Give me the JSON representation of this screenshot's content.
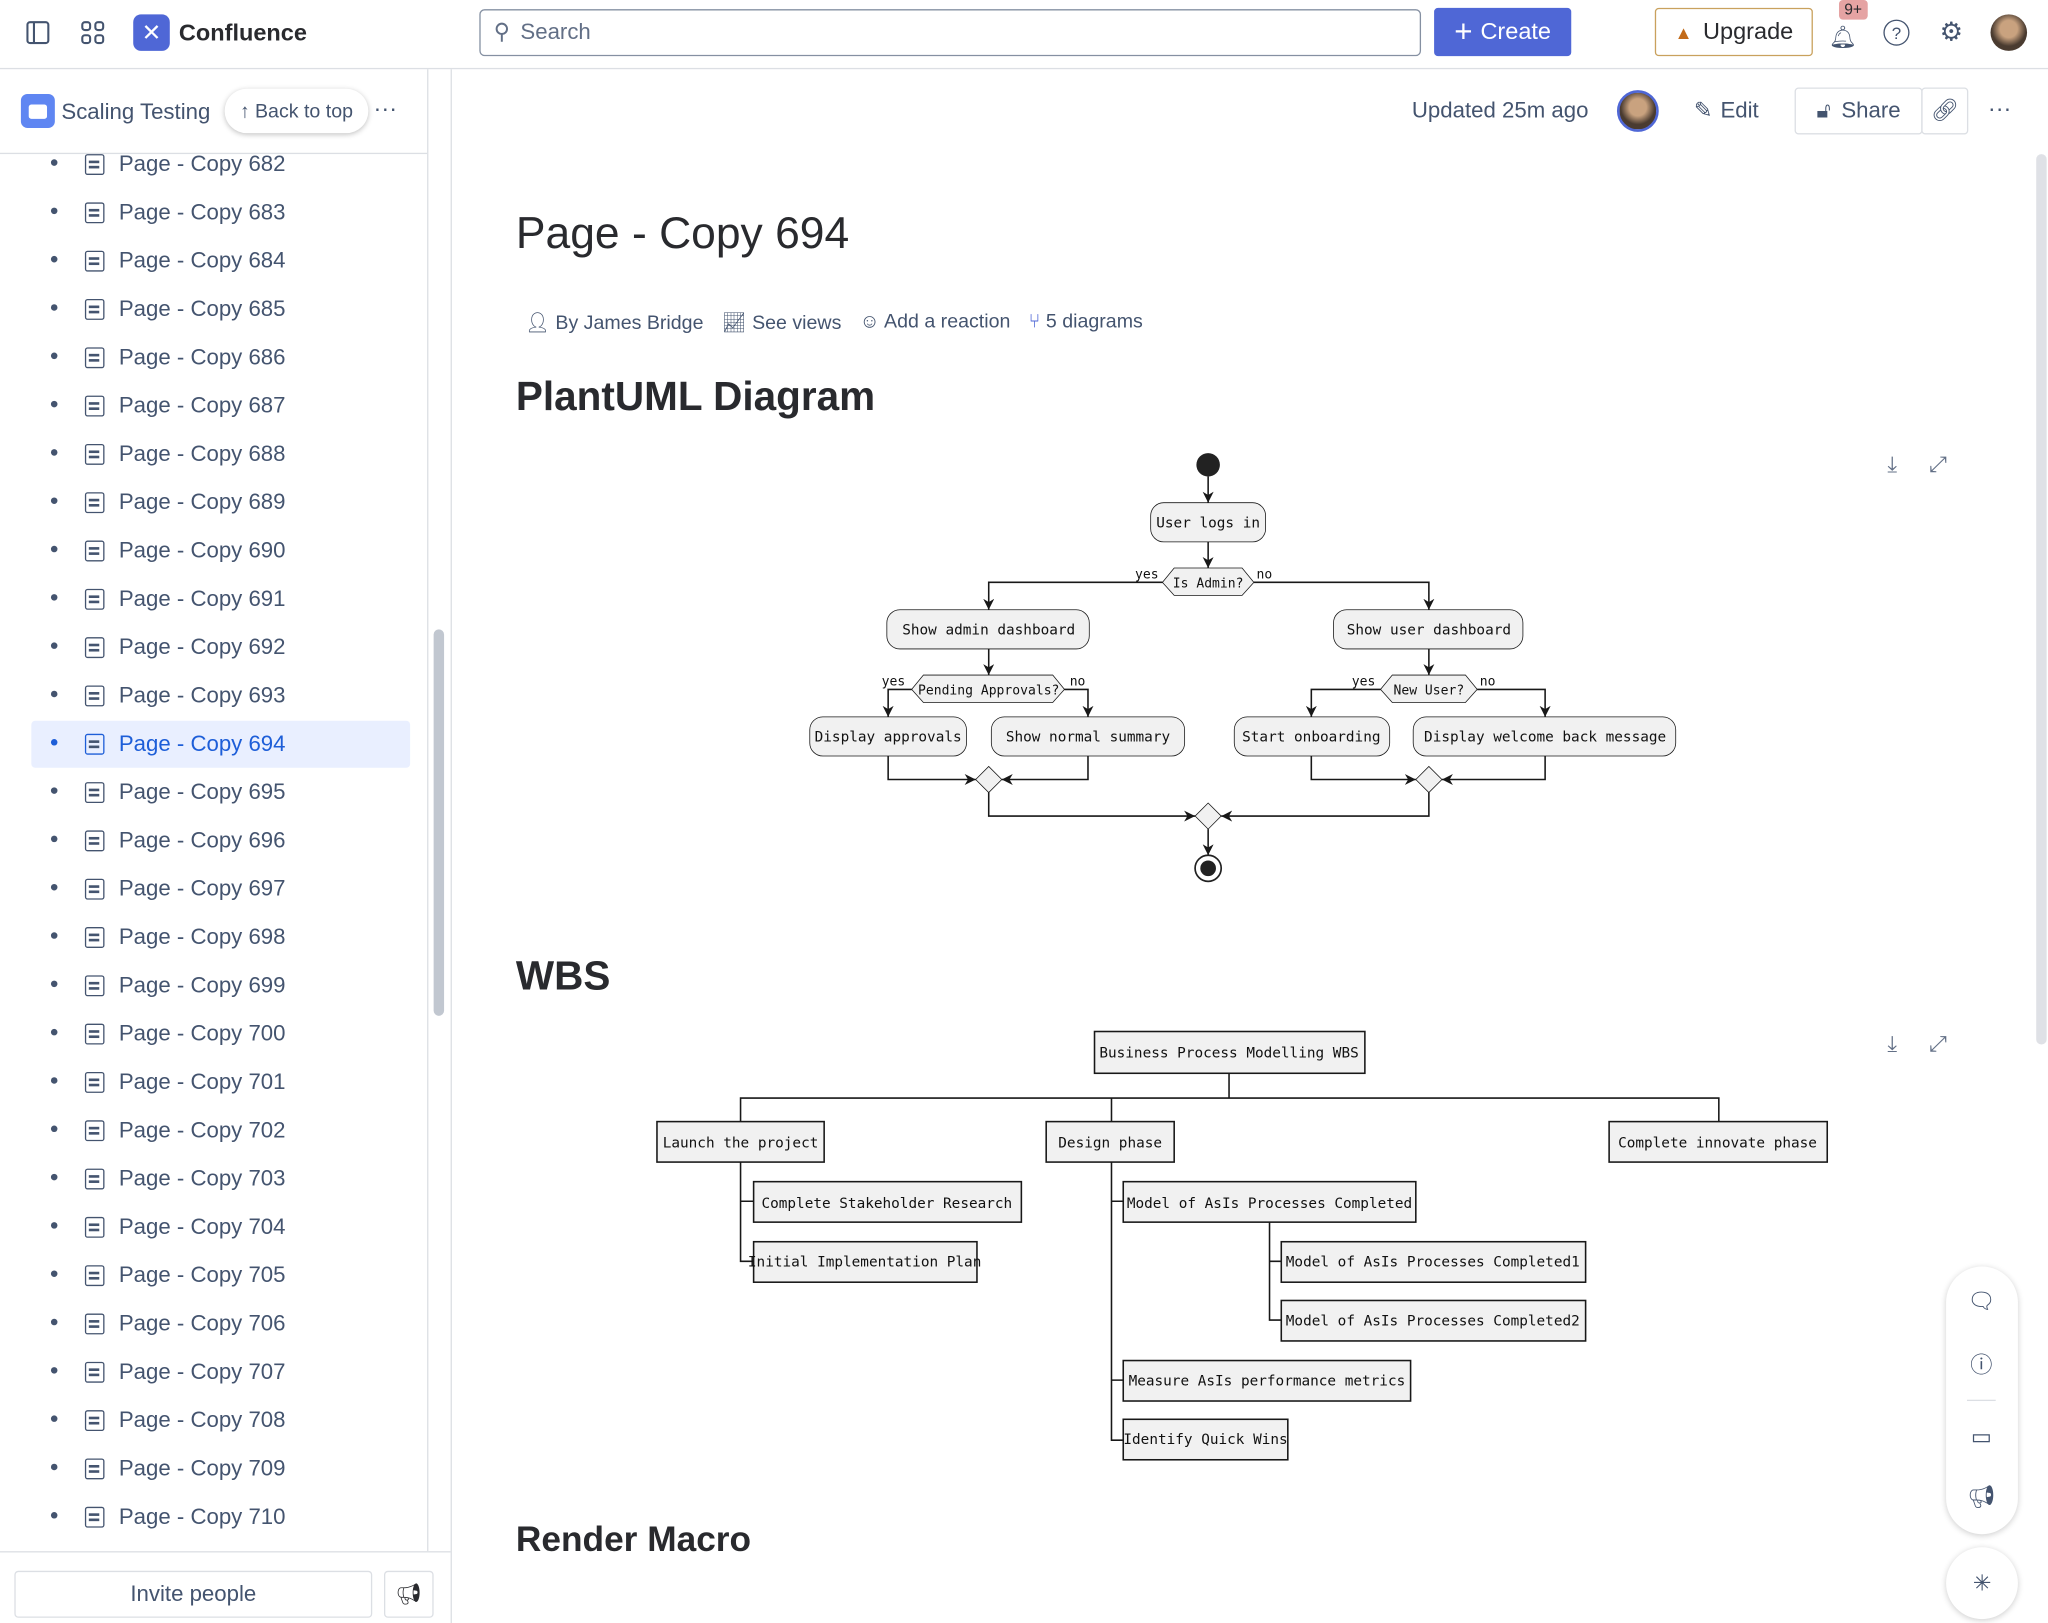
{
  "topbar": {
    "app_name": "Confluence",
    "search_placeholder": "Search",
    "create_label": "Create",
    "upgrade_label": "Upgrade",
    "notification_badge": "9+"
  },
  "sidebar": {
    "space_name": "Scaling Testing",
    "back_to_top": "Back to top",
    "invite_label": "Invite people",
    "items": [
      "Page - Copy 682",
      "Page - Copy 683",
      "Page - Copy 684",
      "Page - Copy 685",
      "Page - Copy 686",
      "Page - Copy 687",
      "Page - Copy 688",
      "Page - Copy 689",
      "Page - Copy 690",
      "Page - Copy 691",
      "Page - Copy 692",
      "Page - Copy 693",
      "Page - Copy 694",
      "Page - Copy 695",
      "Page - Copy 696",
      "Page - Copy 697",
      "Page - Copy 698",
      "Page - Copy 699",
      "Page - Copy 700",
      "Page - Copy 701",
      "Page - Copy 702",
      "Page - Copy 703",
      "Page - Copy 704",
      "Page - Copy 705",
      "Page - Copy 706",
      "Page - Copy 707",
      "Page - Copy 708",
      "Page - Copy 709",
      "Page - Copy 710"
    ],
    "selected": "Page - Copy 694"
  },
  "page_header": {
    "updated": "Updated 25m ago",
    "edit_label": "Edit",
    "share_label": "Share"
  },
  "page": {
    "title": "Page - Copy 694",
    "byline": "By James Bridge",
    "see_views": "See views",
    "add_reaction": "Add a reaction",
    "diagrams": "5 diagrams",
    "sections": [
      "PlantUML Diagram",
      "WBS",
      "Render Macro"
    ]
  },
  "flow": {
    "start": "User logs in",
    "d1": "Is Admin?",
    "d2": "Pending Approvals?",
    "d3": "New User?",
    "yes": "yes",
    "no": "no",
    "admin": "Show admin dashboard",
    "user": "Show user dashboard",
    "approvals": "Display approvals",
    "summary": "Show normal summary",
    "onboarding": "Start onboarding",
    "welcome": "Display welcome back message"
  },
  "wbs": {
    "root": "Business Process Modelling WBS",
    "launch": "Launch the project",
    "design": "Design phase",
    "complete": "Complete innovate phase",
    "research": "Complete Stakeholder Research",
    "plan": "Initial Implementation Plan",
    "asis": "Model of AsIs Processes Completed",
    "asis1": "Model of AsIs Processes Completed1",
    "asis2": "Model of AsIs Processes Completed2",
    "measure": "Measure AsIs performance metrics",
    "wins": "Identify Quick Wins"
  },
  "colors": {
    "brand": "#4f67d6",
    "selected": "#1d5ed8",
    "upgrade_border": "#c9a15d"
  }
}
